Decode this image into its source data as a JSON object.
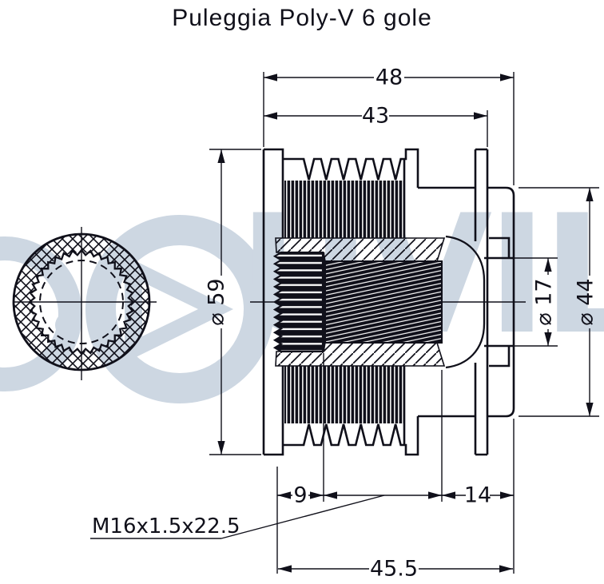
{
  "title": "Puleggia Poly-V 6 gole",
  "watermark": {
    "text": "UVILLE",
    "color": "#cdd7e2"
  },
  "colors": {
    "ink": "#10101a",
    "background": "#ffffff"
  },
  "dimensions": {
    "overall_width": "48",
    "flange_width": "43",
    "pulley_diameter": "⌀ 59",
    "bore_diameter": "⌀ 17",
    "hub_diameter": "⌀ 44",
    "serration_length": "9",
    "hub_offset": "14",
    "body_length": "45.5",
    "thread_spec": "M16x1.5x22.5"
  }
}
